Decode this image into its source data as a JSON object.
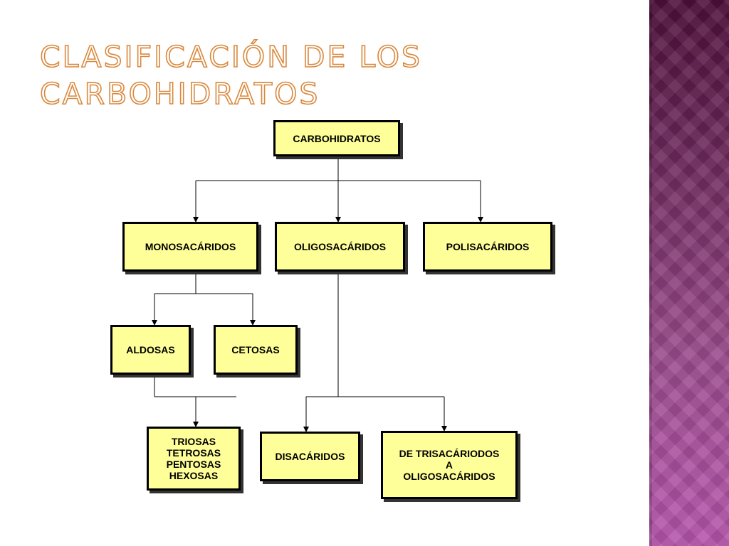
{
  "slide": {
    "title_line1": "Clasificación de los",
    "title_line2": "carbohidratos"
  },
  "diagram": {
    "root": "CARBOHIDRATOS",
    "level1": {
      "monosacaridos": "MONOSACÁRIDOS",
      "oligosacaridos": "OLIGOSACÁRIDOS",
      "polisacaridos": "POLISACÁRIDOS"
    },
    "level2": {
      "aldosas": "ALDOSAS",
      "cetosas": "CETOSAS"
    },
    "level3": {
      "triosas_group": [
        "TRIOSAS",
        "TETROSAS",
        "PENTOSAS",
        "HEXOSAS"
      ],
      "disacaridos": "DISACÁRIDOS",
      "trisacaridos_group": [
        "DE TRISACÁRIODOS",
        "A",
        "OLIGOSACÁRIDOS"
      ]
    }
  },
  "colors": {
    "title_outline": "#d9883c",
    "box_fill": "#ffff99",
    "side_band": "#9a4b8c"
  }
}
